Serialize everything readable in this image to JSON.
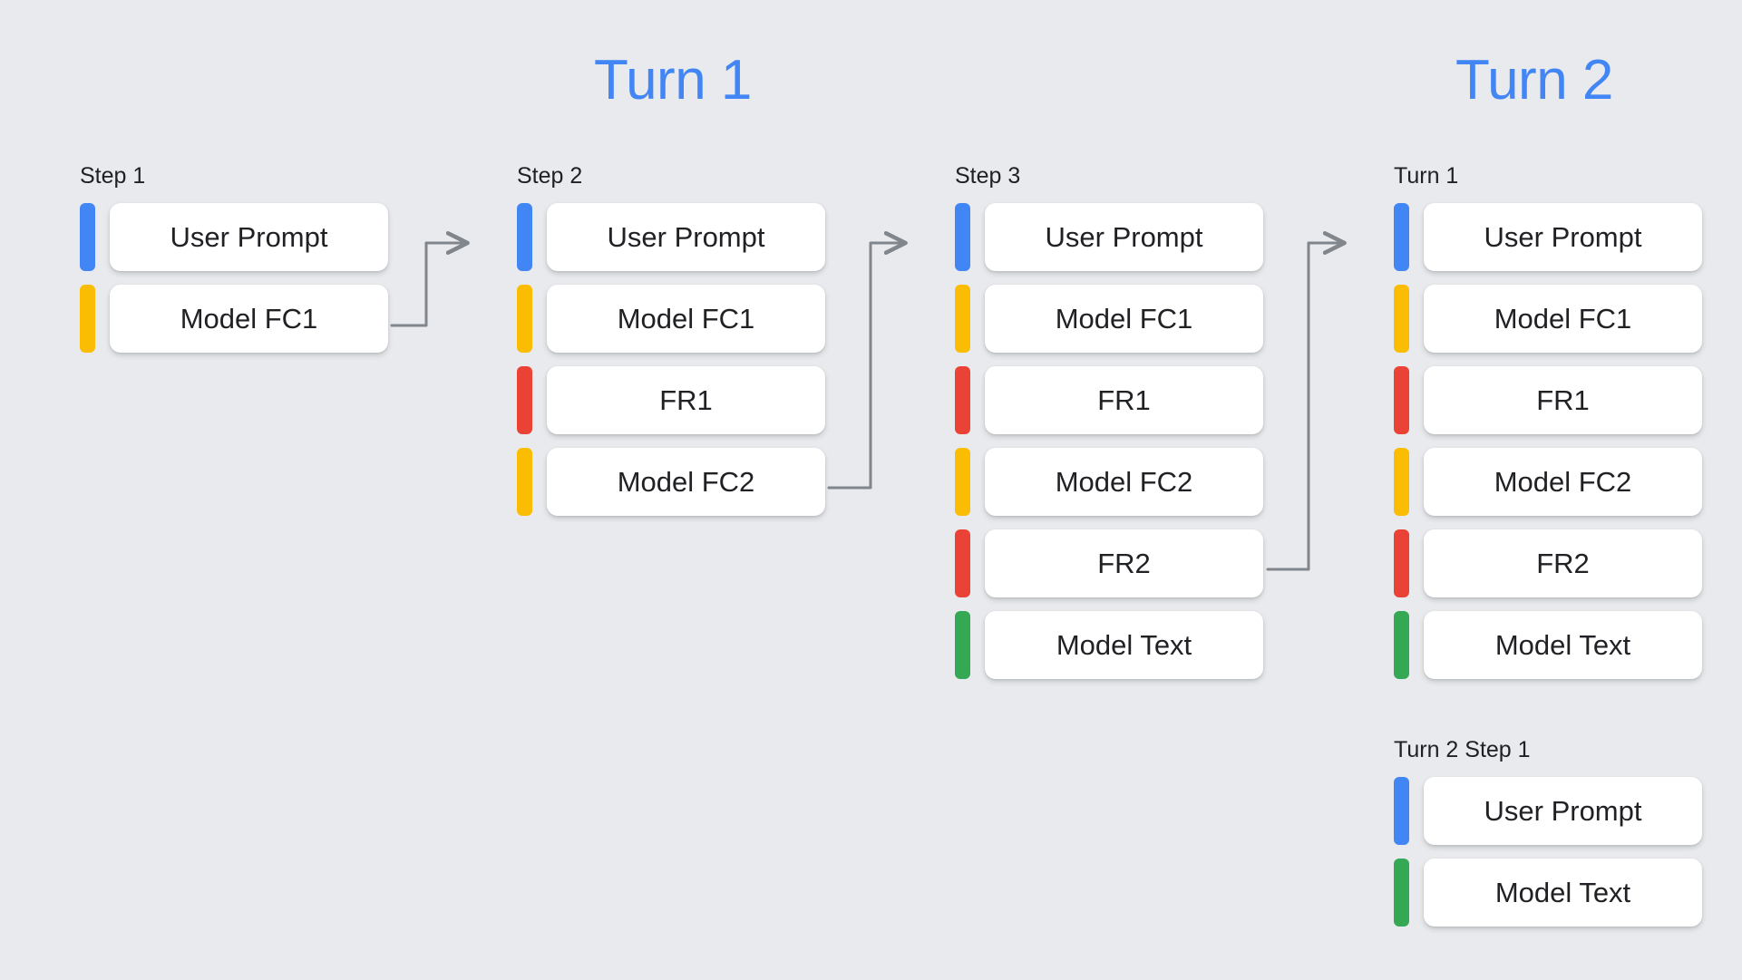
{
  "background_color": "#e8eaed",
  "palette": {
    "blue": "#4285f4",
    "yellow": "#fbbc04",
    "red": "#ea4335",
    "green": "#34a853",
    "card": "#ffffff",
    "text": "#202124",
    "arrow": "#80868b"
  },
  "titles": [
    {
      "text": "Turn 1",
      "color": "#4285f4"
    },
    {
      "text": "Turn 2",
      "color": "#4285f4"
    }
  ],
  "columns": [
    {
      "label": "Step 1",
      "rows": [
        {
          "color": "blue",
          "label": "User Prompt"
        },
        {
          "color": "yellow",
          "label": "Model FC1"
        }
      ]
    },
    {
      "label": "Step 2",
      "rows": [
        {
          "color": "blue",
          "label": "User Prompt"
        },
        {
          "color": "yellow",
          "label": "Model FC1"
        },
        {
          "color": "red",
          "label": "FR1"
        },
        {
          "color": "yellow",
          "label": "Model FC2"
        }
      ]
    },
    {
      "label": "Step 3",
      "rows": [
        {
          "color": "blue",
          "label": "User Prompt"
        },
        {
          "color": "yellow",
          "label": "Model FC1"
        },
        {
          "color": "red",
          "label": "FR1"
        },
        {
          "color": "yellow",
          "label": "Model FC2"
        },
        {
          "color": "red",
          "label": "FR2"
        },
        {
          "color": "green",
          "label": "Model Text"
        }
      ]
    },
    {
      "label": "Turn 1",
      "rows": [
        {
          "color": "blue",
          "label": "User Prompt"
        },
        {
          "color": "yellow",
          "label": "Model FC1"
        },
        {
          "color": "red",
          "label": "FR1"
        },
        {
          "color": "yellow",
          "label": "Model FC2"
        },
        {
          "color": "red",
          "label": "FR2"
        },
        {
          "color": "green",
          "label": "Model Text"
        }
      ]
    },
    {
      "label": "Turn 2 Step 1",
      "rows": [
        {
          "color": "blue",
          "label": "User Prompt"
        },
        {
          "color": "green",
          "label": "Model Text"
        }
      ]
    }
  ]
}
